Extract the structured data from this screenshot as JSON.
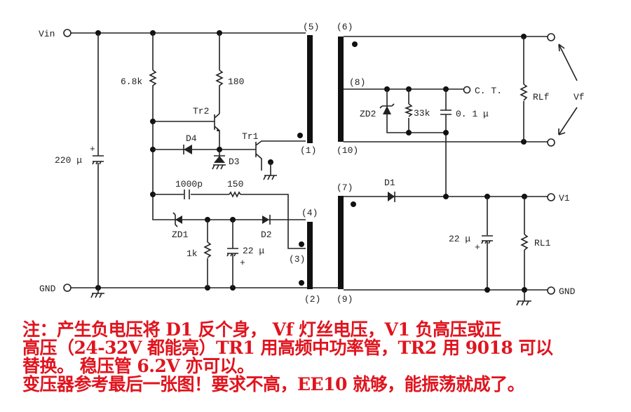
{
  "schematic": {
    "terminals": {
      "vin": "Vin",
      "gnd_left": "GND",
      "ct": "C. T.",
      "v1": "V1",
      "gnd_right": "GND",
      "vf": "Vf"
    },
    "components": {
      "c_in": "220 μ",
      "r_bias": "6.8k",
      "r_collector": "180",
      "tr2": "Tr2",
      "tr1": "Tr1",
      "d4": "D4",
      "d3": "D3",
      "c_fb": "1000p",
      "r_fb": "150",
      "zd1": "ZD1",
      "d2": "D2",
      "r_1k": "1k",
      "c_22_left": "22 μ",
      "zd2": "ZD2",
      "r_33k": "33k",
      "c_01": "0. 1 μ",
      "rlf": "RLf",
      "d1": "D1",
      "c_22_right": "22 μ",
      "rl1": "RL1"
    },
    "pins": {
      "p1": "(1)",
      "p2": "(2)",
      "p3": "(3)",
      "p4": "(4)",
      "p5": "(5)",
      "p6": "(6)",
      "p7": "(7)",
      "p8": "(8)",
      "p9": "(9)",
      "p10": "(10)"
    },
    "plus": "+"
  },
  "note": {
    "color": "#e0141e",
    "lines": [
      "注：产生负电压将 D1 反个身，   Vf 灯丝电压，V1 负高压或正",
      "高压（24-32V 都能亮）TR1 用高频中功率管，TR2 用 9018 可以",
      "替换。 稳压管 6.2V 亦可以。",
      "变压器参考最后一张图！要求不高，EE10 就够，能振荡就成了。"
    ]
  }
}
